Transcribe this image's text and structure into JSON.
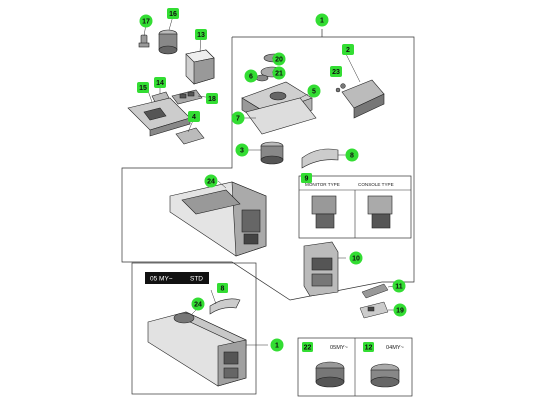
{
  "callouts": [
    "1",
    "2",
    "3",
    "4",
    "5",
    "6",
    "7",
    "8",
    "9",
    "10",
    "11",
    "12",
    "13",
    "14",
    "15",
    "16",
    "17",
    "18",
    "19",
    "20",
    "21",
    "22",
    "23",
    "24"
  ],
  "callout_color": "#33dd33",
  "variant_labels": {
    "monitor": "MONITOR TYPE",
    "console": "CONSOLE TYPE"
  },
  "model_tag": {
    "year": "05 MY~",
    "trim": "STD"
  },
  "year_notes": {
    "left": "05MY~",
    "right": "04MY~"
  }
}
